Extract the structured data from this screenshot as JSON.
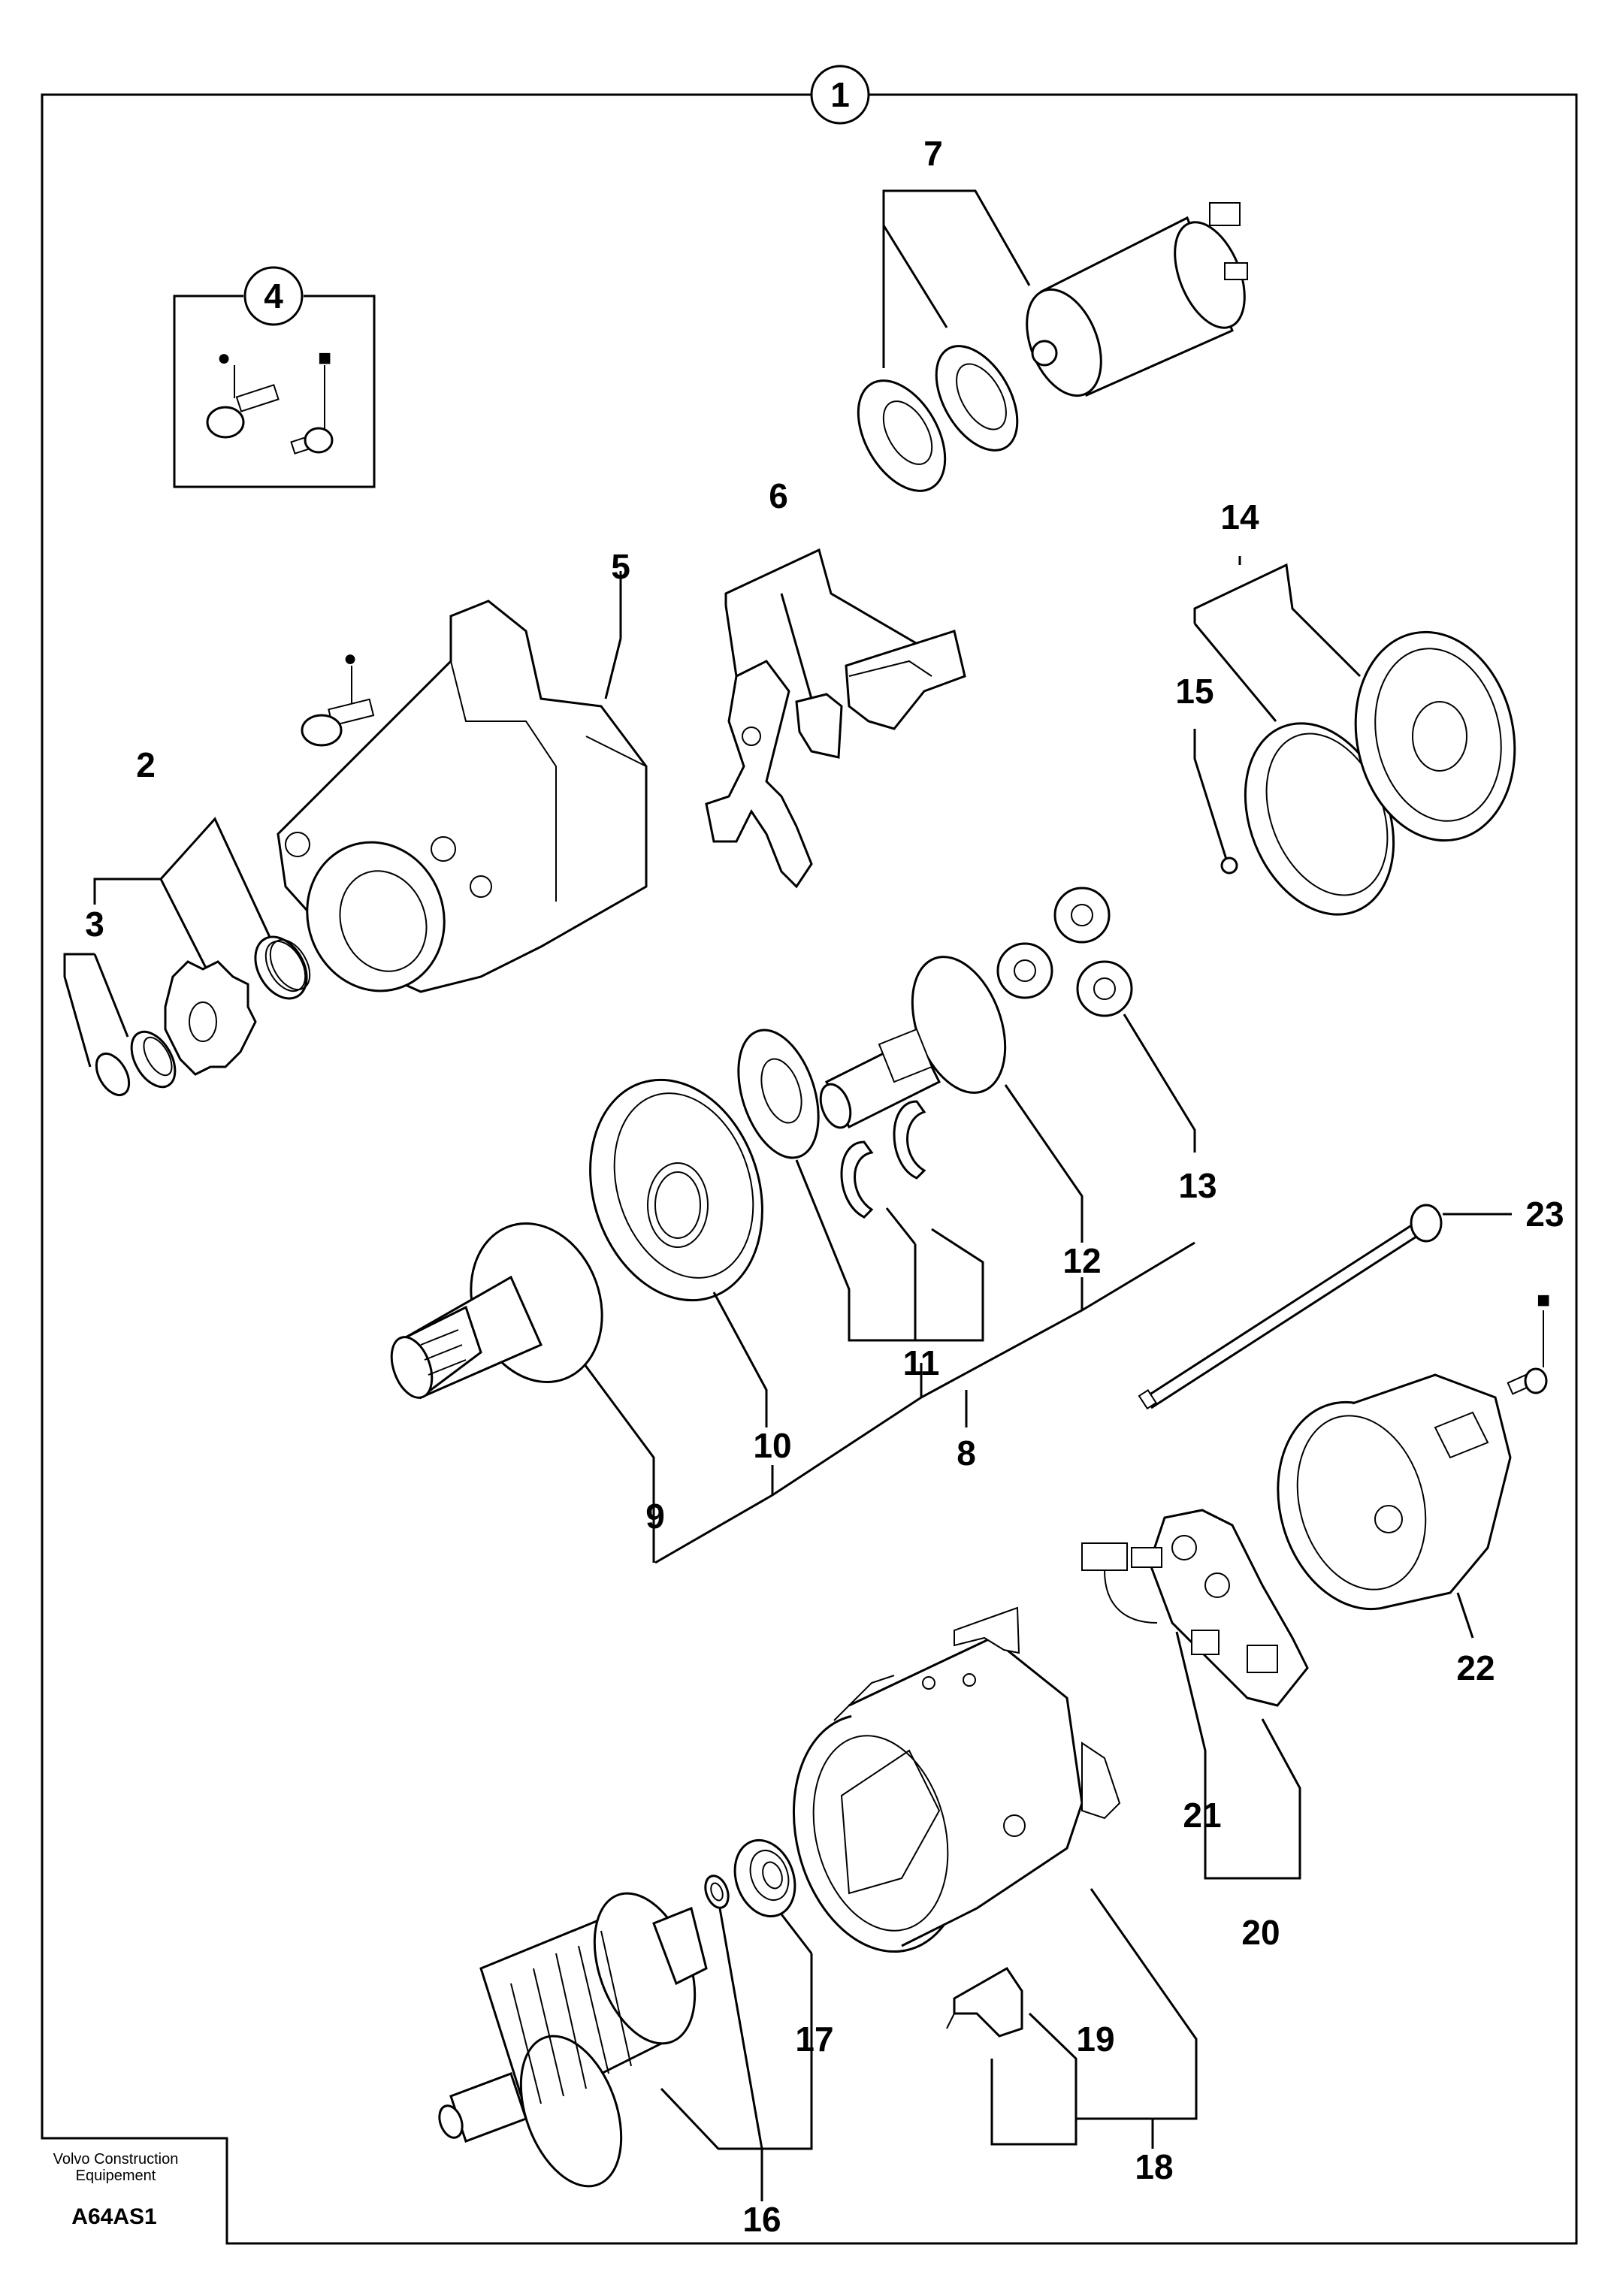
{
  "diagram": {
    "main_assembly_number": "1",
    "kit_number": "4",
    "callouts": {
      "c2": "2",
      "c3": "3",
      "c5": "5",
      "c6": "6",
      "c7": "7",
      "c8": "8",
      "c9": "9",
      "c10": "10",
      "c11": "11",
      "c12": "12",
      "c13": "13",
      "c14": "14",
      "c15": "15",
      "c16": "16",
      "c17": "17",
      "c18": "18",
      "c19": "19",
      "c20": "20",
      "c21": "21",
      "c22": "22",
      "c23": "23"
    },
    "markers": {
      "round": "●",
      "square": "■"
    },
    "footer": {
      "company_line1": "Volvo Construction",
      "company_line2": "Equipement",
      "drawing_code": "A64AS1"
    }
  }
}
